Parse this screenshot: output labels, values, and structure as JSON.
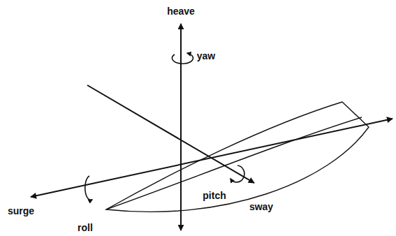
{
  "diagram": {
    "labels": [
      "heave",
      "yaw",
      "surge",
      "roll",
      "pitch",
      "sway"
    ]
  }
}
